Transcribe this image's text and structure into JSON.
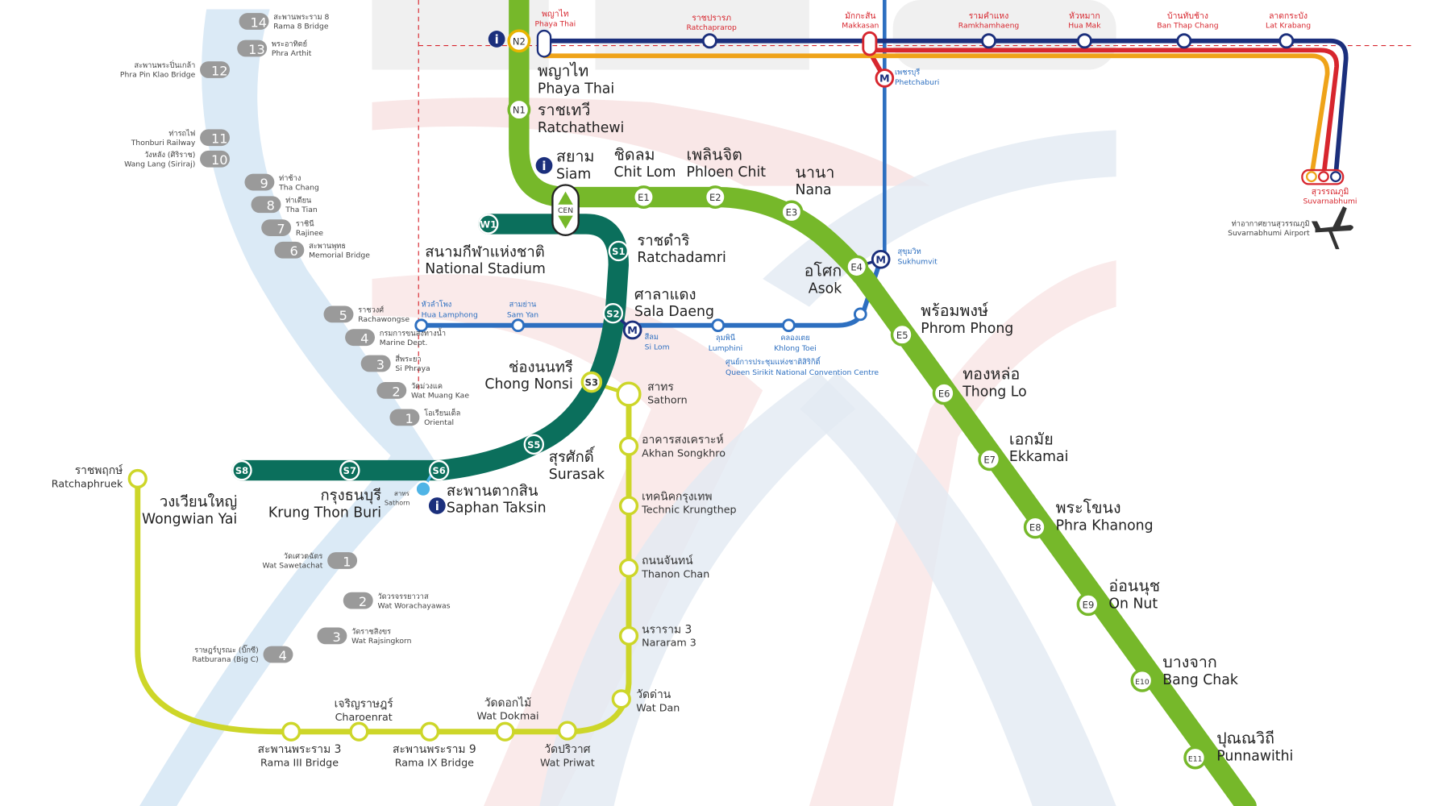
{
  "colors": {
    "sukhumvit": "#76b82a",
    "silom": "#0b6f5c",
    "brt": "#cdd629",
    "airport_link": "#1b2f7c",
    "airport_link_express": "#d7262e",
    "airport_link_orange": "#efa319",
    "mrt": "#2d6fc0",
    "pier": "#9a9a9a",
    "river": "#dbeaf6"
  },
  "sukhumvit": [
    {
      "code": "N2",
      "th": "พญาไท",
      "en": "Phaya Thai"
    },
    {
      "code": "N1",
      "th": "ราชเทวี",
      "en": "Ratchathewi"
    },
    {
      "code": "CEN",
      "th": "สยาม",
      "en": "Siam"
    },
    {
      "code": "E1",
      "th": "ชิดลม",
      "en": "Chit Lom"
    },
    {
      "code": "E2",
      "th": "เพลินจิต",
      "en": "Phloen Chit"
    },
    {
      "code": "E3",
      "th": "นานา",
      "en": "Nana"
    },
    {
      "code": "E4",
      "th": "อโศก",
      "en": "Asok"
    },
    {
      "code": "E5",
      "th": "พร้อมพงษ์",
      "en": "Phrom Phong"
    },
    {
      "code": "E6",
      "th": "ทองหล่อ",
      "en": "Thong Lo"
    },
    {
      "code": "E7",
      "th": "เอกมัย",
      "en": "Ekkamai"
    },
    {
      "code": "E8",
      "th": "พระโขนง",
      "en": "Phra Khanong"
    },
    {
      "code": "E9",
      "th": "อ่อนนุช",
      "en": "On Nut"
    },
    {
      "code": "E10",
      "th": "บางจาก",
      "en": "Bang Chak"
    },
    {
      "code": "E11",
      "th": "ปุณณวิถี",
      "en": "Punnawithi"
    }
  ],
  "silom": [
    {
      "code": "W1",
      "th": "สนามกีฬาแห่งชาติ",
      "en": "National Stadium"
    },
    {
      "code": "S1",
      "th": "ราชดำริ",
      "en": "Ratchadamri"
    },
    {
      "code": "S2",
      "th": "ศาลาแดง",
      "en": "Sala Daeng"
    },
    {
      "code": "S3",
      "th": "ช่องนนทรี",
      "en": "Chong Nonsi"
    },
    {
      "code": "S5",
      "th": "สุรศักดิ์",
      "en": "Surasak"
    },
    {
      "code": "S6",
      "th": "สะพานตากสิน",
      "en": "Saphan Taksin"
    },
    {
      "code": "S7",
      "th": "กรุงธนบุรี",
      "en": "Krung Thon Buri"
    },
    {
      "code": "S8",
      "th": "วงเวียนใหญ่",
      "en": "Wongwian Yai"
    }
  ],
  "brt": [
    {
      "th": "สาทร",
      "en": "Sathorn"
    },
    {
      "th": "อาคารสงเคราะห์",
      "en": "Akhan Songkhro"
    },
    {
      "th": "เทคนิคกรุงเทพ",
      "en": "Technic Krungthep"
    },
    {
      "th": "ถนนจันทน์",
      "en": "Thanon Chan"
    },
    {
      "th": "นราราม 3",
      "en": "Nararam 3"
    },
    {
      "th": "วัดด่าน",
      "en": "Wat Dan"
    },
    {
      "th": "วัดปริวาศ",
      "en": "Wat Priwat"
    },
    {
      "th": "วัดดอกไม้",
      "en": "Wat Dokmai"
    },
    {
      "th": "สะพานพระราม 9",
      "en": "Rama IX Bridge"
    },
    {
      "th": "เจริญราษฎร์",
      "en": "Charoenrat"
    },
    {
      "th": "สะพานพระราม 3",
      "en": "Rama III Bridge"
    },
    {
      "th": "ราชพฤกษ์",
      "en": "Ratchaphruek"
    }
  ],
  "airport_link": [
    {
      "th": "พญาไท",
      "en": "Phaya Thai"
    },
    {
      "th": "ราชปรารภ",
      "en": "Ratchaprarop"
    },
    {
      "th": "มักกะสัน",
      "en": "Makkasan"
    },
    {
      "th": "รามคำแหง",
      "en": "Ramkhamhaeng"
    },
    {
      "th": "หัวหมาก",
      "en": "Hua Mak"
    },
    {
      "th": "บ้านทับช้าง",
      "en": "Ban Thap Chang"
    },
    {
      "th": "ลาดกระบัง",
      "en": "Lat Krabang"
    },
    {
      "th": "สุวรรณภูมิ",
      "en": "Suvarnabhumi"
    }
  ],
  "mrt": [
    {
      "th": "เพชรบุรี",
      "en": "Phetchaburi"
    },
    {
      "th": "สุขุมวิท",
      "en": "Sukhumvit"
    },
    {
      "th": "หัวลำโพง",
      "en": "Hua Lamphong"
    },
    {
      "th": "สามย่าน",
      "en": "Sam Yan"
    },
    {
      "th": "สีลม",
      "en": "Si Lom"
    },
    {
      "th": "ลุมพินี",
      "en": "Lumphini"
    },
    {
      "th": "คลองเตย",
      "en": "Khlong Toei"
    },
    {
      "th": "ศูนย์การประชุมแห่งชาติสิริกิติ์",
      "en": "Queen Sirikit National Convention Centre"
    }
  ],
  "piers": [
    {
      "code": "14",
      "th": "สะพานพระราม 8",
      "en": "Rama 8 Bridge"
    },
    {
      "code": "13",
      "th": "พระอาทิตย์",
      "en": "Phra Arthit"
    },
    {
      "code": "12",
      "th": "สะพานพระปิ่นเกล้า",
      "en": "Phra Pin Klao Bridge"
    },
    {
      "code": "11",
      "th": "ท่ารถไฟ",
      "en": "Thonburi Railway"
    },
    {
      "code": "10",
      "th": "วังหลัง (ศิริราช)",
      "en": "Wang Lang (Siriraj)"
    },
    {
      "code": "9",
      "th": "ท่าช้าง",
      "en": "Tha Chang"
    },
    {
      "code": "8",
      "th": "ท่าเตียน",
      "en": "Tha Tian"
    },
    {
      "code": "7",
      "th": "ราชินี",
      "en": "Rajinee"
    },
    {
      "code": "6",
      "th": "สะพานพุทธ",
      "en": "Memorial Bridge"
    },
    {
      "code": "5",
      "th": "ราชวงศ์",
      "en": "Rachawongse"
    },
    {
      "code": "4",
      "th": "กรมการขนส่งทางน้ำ",
      "en": "Marine Dept."
    },
    {
      "code": "3",
      "th": "สี่พระยา",
      "en": "Si Phraya"
    },
    {
      "code": "2",
      "th": "วัดม่วงแค",
      "en": "Wat Muang Kae"
    },
    {
      "code": "1",
      "th": "โอเรียนเต็ล",
      "en": "Oriental"
    },
    {
      "code": "1",
      "th": "วัดเศวตฉัตร",
      "en": "Wat Sawetachat"
    },
    {
      "code": "2",
      "th": "วัดวรจรรยาวาส",
      "en": "Wat Worachayawas"
    },
    {
      "code": "3",
      "th": "วัดราชสิงขร",
      "en": "Wat Rajsingkorn"
    },
    {
      "code": "4",
      "th": "ราษฎร์บูรณะ (บิ๊กซี)",
      "en": "Ratburana (Big C)"
    }
  ],
  "sathorn_pier": {
    "th": "สาทร",
    "en": "Sathorn"
  },
  "cen_label": "CEN",
  "mrt_symbol": "M",
  "info_symbol": "i",
  "airport": {
    "th": "ท่าอากาศยานสุวรรณภูมิ",
    "en": "Suvarnabhumi Airport"
  }
}
